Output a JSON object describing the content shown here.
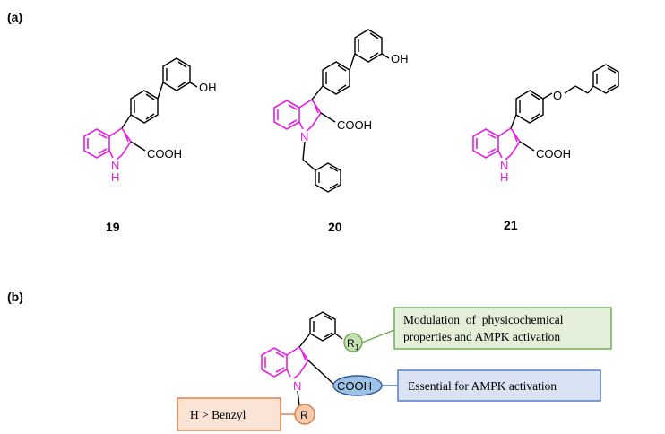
{
  "panels": {
    "a_label": "(a)",
    "b_label": "(b)"
  },
  "compounds": [
    {
      "number": "19",
      "oh": "OH",
      "acid": "COOH",
      "nh": "N",
      "h": "H"
    },
    {
      "number": "20",
      "oh": "OH",
      "acid": "COOH",
      "nh": "N"
    },
    {
      "number": "21",
      "o": "O",
      "acid": "COOH",
      "nh": "N",
      "h": "H"
    }
  ],
  "sar": {
    "acid": "COOH",
    "n": "N",
    "r": "R",
    "r1": "R",
    "r1_sub": "1",
    "green_box": [
      "Modulation  of  physicochemical",
      "properties and AMPK activation"
    ],
    "blue_box": "Essential for AMPK activation",
    "orange_box": "H > Benzyl"
  },
  "colors": {
    "indole": "#e61ee6",
    "green_fill": "#e3efd8",
    "green_stroke": "#6aa84f",
    "blue_fill": "#dae3f3",
    "blue_stroke": "#4a72c4",
    "orange_fill": "#fbe3d6",
    "orange_stroke": "#e07a40",
    "blue_ellipse": "#9dc3e6"
  }
}
